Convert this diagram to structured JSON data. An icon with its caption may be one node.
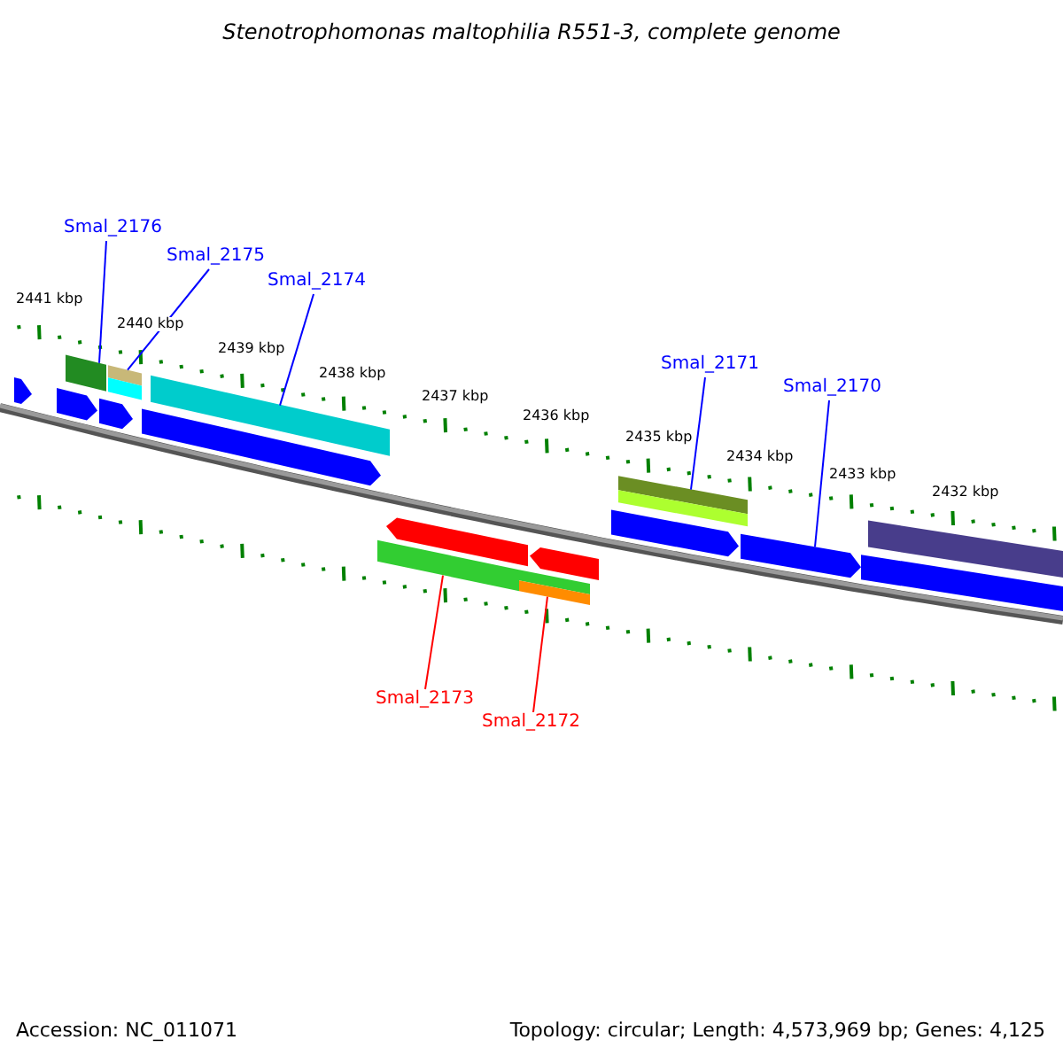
{
  "diagram": {
    "title": "Stenotrophomonas maltophilia R551-3, complete genome",
    "nodes": [
      {
        "text": [
          "Smal_2176"
        ]
      },
      {
        "text": [
          "Smal_2175"
        ]
      },
      {
        "text": [
          "Smal_2174"
        ]
      },
      {
        "text": [
          "Smal_2171"
        ]
      },
      {
        "text": [
          "Smal_2170"
        ]
      },
      {
        "text": [
          "Smal_2173"
        ]
      },
      {
        "text": [
          "Smal_2172"
        ]
      },
      {
        "text": [],
        "shape": "bar"
      },
      {
        "text": [],
        "shape": "bar"
      },
      {
        "text": [],
        "shape": "bar"
      },
      {
        "text": [],
        "shape": "bar"
      },
      {
        "text": [],
        "shape": "arrow"
      },
      {
        "text": [],
        "shape": "bar"
      },
      {
        "text": [],
        "shape": "bar"
      },
      {
        "text": [],
        "shape": "arrow"
      },
      {
        "text": [],
        "shape": "arrow"
      },
      {
        "text": [],
        "shape": "arrow"
      },
      {
        "text": [],
        "shape": "arrow"
      },
      {
        "text": [],
        "shape": "arrow"
      },
      {
        "text": [],
        "shape": "bar"
      },
      {
        "text": [],
        "shape": "arrow"
      },
      {
        "text": [],
        "shape": "arrow"
      },
      {
        "text": [],
        "shape": "bar"
      }
    ],
    "edges": [
      {
        "from": 0,
        "to": 7,
        "arrow": "none"
      },
      {
        "from": 1,
        "to": 8,
        "arrow": "none"
      },
      {
        "from": 2,
        "to": 9,
        "arrow": "none"
      },
      {
        "from": 3,
        "to": 10,
        "arrow": "none"
      },
      {
        "from": 4,
        "to": 11,
        "arrow": "none"
      },
      {
        "from": 5,
        "to": 12,
        "arrow": "none",
        "color": "#ff0000"
      },
      {
        "from": 6,
        "to": 13,
        "arrow": "none",
        "color": "#ff0000"
      }
    ],
    "labels": [
      "2441 kbp",
      "2440 kbp",
      "2439 kbp",
      "2438 kbp",
      "2437 kbp",
      "2436 kbp",
      "2435 kbp",
      "2434 kbp",
      "2433 kbp",
      "2432 kbp",
      "Accession: NC_011071",
      "Topology: circular; Length: 4,573,969 bp; Genes: 4,125"
    ]
  }
}
